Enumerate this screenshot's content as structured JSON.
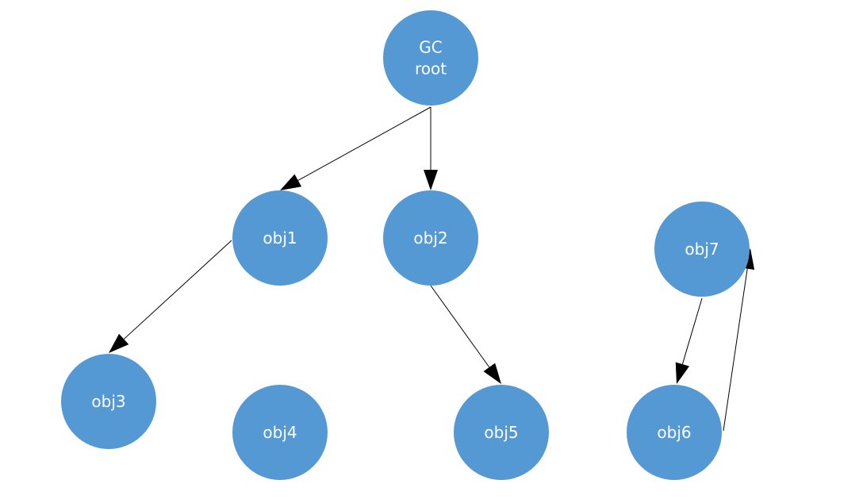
{
  "colors": {
    "node_fill": "#5499d4",
    "node_text": "#ffffff",
    "edge": "#000000",
    "background": "#ffffff"
  },
  "nodes": [
    {
      "id": "gc-root",
      "lines": [
        "GC",
        "root"
      ]
    },
    {
      "id": "obj1",
      "lines": [
        "obj1"
      ]
    },
    {
      "id": "obj2",
      "lines": [
        "obj2"
      ]
    },
    {
      "id": "obj3",
      "lines": [
        "obj3"
      ]
    },
    {
      "id": "obj4",
      "lines": [
        "obj4"
      ]
    },
    {
      "id": "obj5",
      "lines": [
        "obj5"
      ]
    },
    {
      "id": "obj6",
      "lines": [
        "obj6"
      ]
    },
    {
      "id": "obj7",
      "lines": [
        "obj7"
      ]
    }
  ],
  "edges": [
    {
      "from": "gc-root",
      "to": "obj1"
    },
    {
      "from": "gc-root",
      "to": "obj2"
    },
    {
      "from": "obj1",
      "to": "obj3"
    },
    {
      "from": "obj2",
      "to": "obj5"
    },
    {
      "from": "obj7",
      "to": "obj6"
    },
    {
      "from": "obj6",
      "to": "obj7"
    }
  ]
}
